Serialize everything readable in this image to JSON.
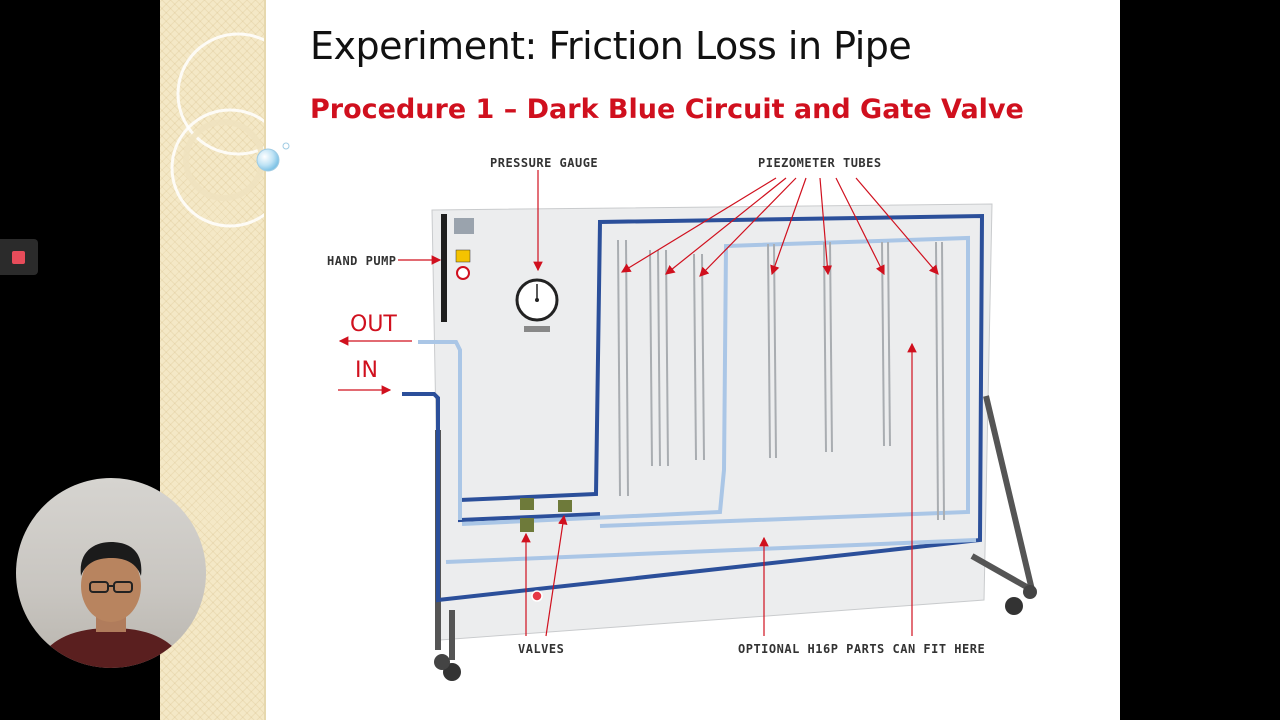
{
  "slide": {
    "title": "Experiment: Friction Loss in Pipe",
    "subtitle": "Procedure 1 – Dark Blue Circuit and Gate Valve"
  },
  "figure": {
    "labels": {
      "pressure_gauge": "PRESSURE GAUGE",
      "piezometer_tubes": "PIEZOMETER TUBES",
      "hand_pump": "HAND PUMP",
      "valves": "VALVES",
      "optional_parts": "OPTIONAL H16P PARTS CAN FIT HERE"
    },
    "flow": {
      "out": "OUT",
      "in": "IN"
    },
    "colors": {
      "annotation_red": "#d0101e",
      "pipe_dark_blue": "#2b4f9a",
      "pipe_light_blue": "#aac6e6",
      "board": "#ecedee"
    }
  },
  "overlay": {
    "record_icon": "record-stop-icon",
    "webcam": "presenter-webcam"
  }
}
